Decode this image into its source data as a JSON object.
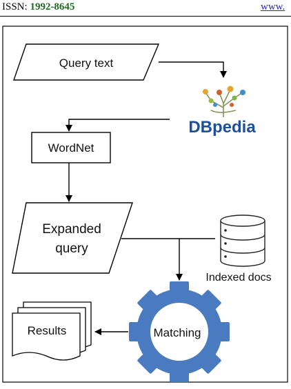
{
  "header": {
    "issn_label": "ISSN:",
    "issn_number": "1992-8645",
    "website": "www."
  },
  "diagram": {
    "query_text": "Query text",
    "dbpedia_logo": "DBpedia",
    "wordnet": "WordNet",
    "expanded_query_line1": "Expanded",
    "expanded_query_line2": "query",
    "indexed_docs": "Indexed docs",
    "matching": "Matching",
    "results": "Results"
  },
  "colors": {
    "gear": "#4a7ac0",
    "gear_inner": "#ffffff",
    "dbpedia_text": "#1e4f9a",
    "dbpedia_nodes": [
      "#e8a52c",
      "#9bbb3a",
      "#d0612a",
      "#3f8fc8",
      "#7ab648"
    ]
  }
}
